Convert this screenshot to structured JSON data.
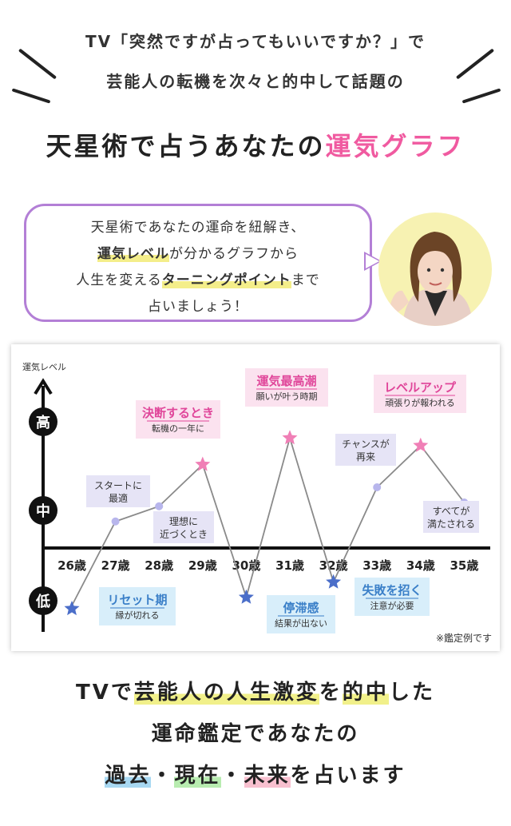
{
  "header": {
    "line1": "TV「突然ですが占ってもいいですか？」で",
    "line2": "芸能人の転機を次々と的中して話題の",
    "headline_part1": "天星術で占うあなたの",
    "headline_part2": "運気グラフ"
  },
  "bubble": {
    "line1": "天星術であなたの運命を紐解き、",
    "line2_highlight": "運気レベル",
    "line2_rest": "が分かるグラフから",
    "line3_pre": "人生を変える",
    "line3_highlight": "ターニングポイント",
    "line3_post": "まで",
    "line4": "占いましょう！"
  },
  "chart_data": {
    "type": "line",
    "ylabel": "運気レベル",
    "y_levels": [
      "高",
      "中",
      "低"
    ],
    "categories": [
      "26歳",
      "27歳",
      "28歳",
      "29歳",
      "30歳",
      "31歳",
      "32歳",
      "33歳",
      "34歳",
      "35歳"
    ],
    "ylim": [
      -1,
      2
    ],
    "series": [
      {
        "values": [
          -0.8,
          0.35,
          0.55,
          1.1,
          -0.65,
          1.45,
          -0.45,
          0.8,
          1.35,
          0.6
        ]
      }
    ],
    "annotations": [
      {
        "x": "26歳",
        "title": "リセット期",
        "sub": "縁が切れる",
        "color": "#3a7fc8",
        "bg": "#d8eefa"
      },
      {
        "x": "27歳",
        "title": "スタートに",
        "sub": "最適",
        "color": "#333333",
        "bg": "#e6e4f6"
      },
      {
        "x": "28歳",
        "title": "理想に",
        "sub": "近づくとき",
        "color": "#333333",
        "bg": "#e6e4f6"
      },
      {
        "x": "29歳",
        "title": "決断するとき",
        "sub": "転機の一年に",
        "color": "#e0469a",
        "bg": "#fbe2ef"
      },
      {
        "x": "30歳",
        "title": "停滞感",
        "sub": "結果が出ない",
        "color": "#3a7fc8",
        "bg": "#d8eefa"
      },
      {
        "x": "31歳",
        "title": "運気最高潮",
        "sub": "願いが叶う時期",
        "color": "#e0469a",
        "bg": "#fbe2ef"
      },
      {
        "x": "32歳",
        "title": "失敗を招く",
        "sub": "注意が必要",
        "color": "#3a7fc8",
        "bg": "#d8eefa"
      },
      {
        "x": "33歳",
        "title": "チャンスが",
        "sub": "再来",
        "color": "#333333",
        "bg": "#e6e4f6"
      },
      {
        "x": "34歳",
        "title": "レベルアップ",
        "sub": "頑張りが報われる",
        "color": "#e0469a",
        "bg": "#fbe2ef"
      },
      {
        "x": "35歳",
        "title": "すべてが",
        "sub": "満たされる",
        "color": "#333333",
        "bg": "#e6e4f6"
      }
    ],
    "note": "※鑑定例です",
    "colors": {
      "high_star": "#f07fb6",
      "low_star": "#4b6ec9",
      "mid_dot": "#b8b6ec",
      "line": "#8a8a8a"
    }
  },
  "footer": {
    "line1_pre": "TVで",
    "line1_hl1": "芸能人の人生激変",
    "line1_mid": "を",
    "line1_hl2": "的中",
    "line1_post": "した",
    "line2": "運命鑑定であなたの",
    "line3_hl1": "過去",
    "line3_sep1": "・",
    "line3_hl2": "現在",
    "line3_sep2": "・",
    "line3_hl3": "未来",
    "line3_post": "を占います"
  }
}
